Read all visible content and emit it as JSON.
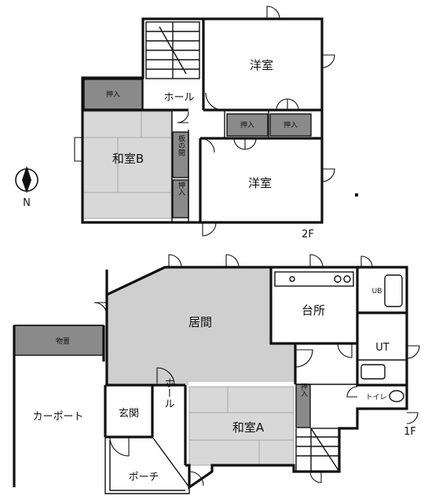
{
  "floor2": {
    "label": "2F",
    "rooms": {
      "youshitsu_top": "洋室",
      "youshitsu_bottom": "洋室",
      "washitsu_b": "和室B",
      "hall": "ホール",
      "oshiire_left": "押入",
      "oshiire_mid1": "押入",
      "oshiire_mid2": "押入",
      "oshiire_vertical": "押入",
      "itanoma": "板の間"
    }
  },
  "floor1": {
    "label": "1F",
    "rooms": {
      "kyoma": "居間",
      "daidokoro": "台所",
      "ub": "UB",
      "ut": "UT",
      "toilet": "トイレ",
      "genkan": "玄関",
      "hall": "ホール",
      "washitsu_a": "和室A",
      "oshiire": "押入",
      "porch": "ポーチ",
      "carport": "カーポート",
      "storage": "物置"
    }
  },
  "compass": {
    "label": "N"
  },
  "colors": {
    "closet": "#8a8a8a",
    "room_shade": "#cfcfcf",
    "wall": "#111111"
  }
}
